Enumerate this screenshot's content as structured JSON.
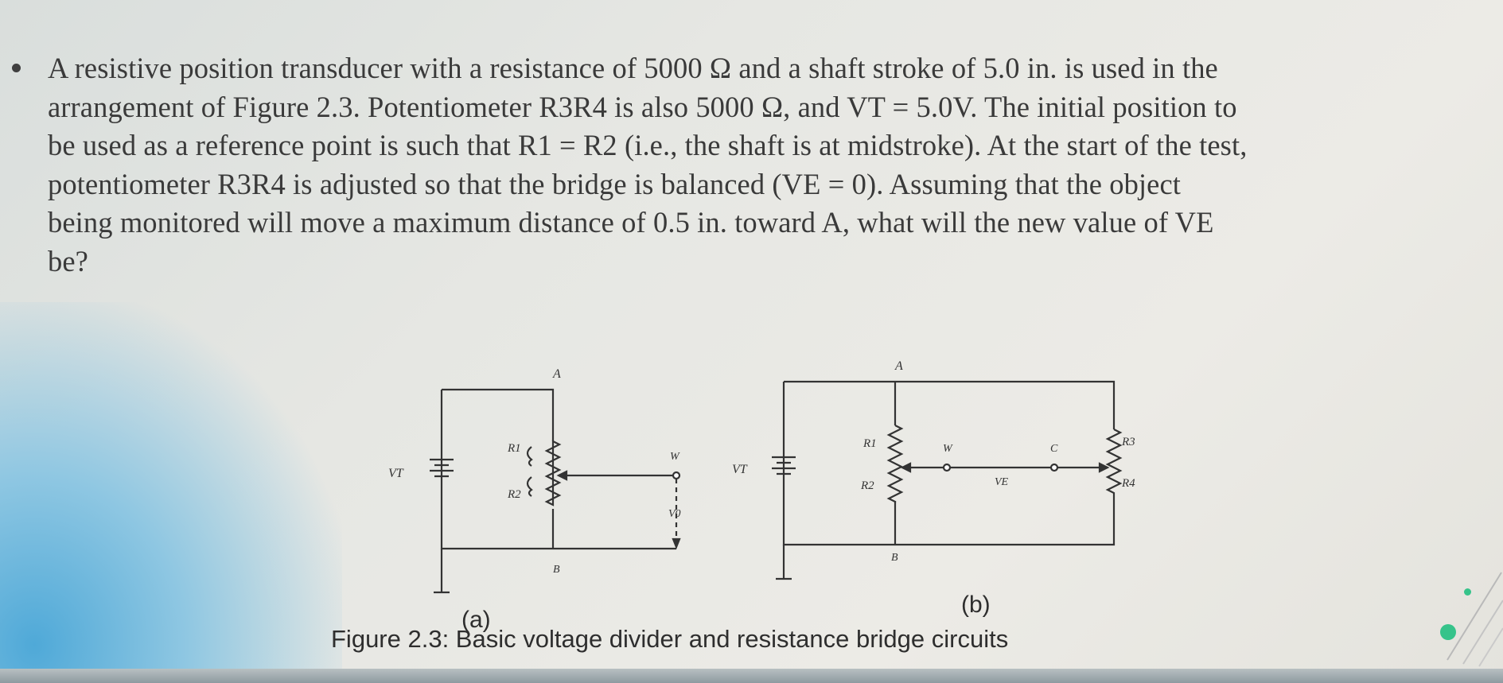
{
  "problem": {
    "line1": "A resistive position transducer with a resistance of 5000 Ω and a shaft stroke of 5.0 in. is used in the",
    "line2": "arrangement of Figure 2.3. Potentiometer R3R4 is also 5000 Ω, and VT = 5.0V. The initial position to",
    "line3": "be used as a reference point is such that R1 = R2 (i.e., the shaft is at midstroke). At the start of the test,",
    "line4": "potentiometer R3R4 is adjusted so that the bridge is balanced (VE = 0). Assuming that the object",
    "line5": "being monitored will move a maximum distance of 0.5 in. toward A, what will the new value of VE",
    "line6": "be?"
  },
  "figure": {
    "a": {
      "node_top": "A",
      "node_bottom": "B",
      "source": "VT",
      "r1": "R1",
      "r2": "R2",
      "wiper": "W",
      "output": "V0"
    },
    "b": {
      "node_top": "A",
      "node_bottom": "B",
      "source": "VT",
      "r1": "R1",
      "r2": "R2",
      "r3": "R3",
      "r4": "R4",
      "wiper": "W",
      "node_c": "C",
      "output": "VE"
    },
    "label_a": "(a)",
    "label_b": "(b)",
    "caption": "Figure 2.3: Basic voltage divider and resistance bridge circuits"
  },
  "colors": {
    "ink": "#3a3a3a",
    "accent_dot": "#36c38a",
    "glow": "#4fa9d8"
  }
}
